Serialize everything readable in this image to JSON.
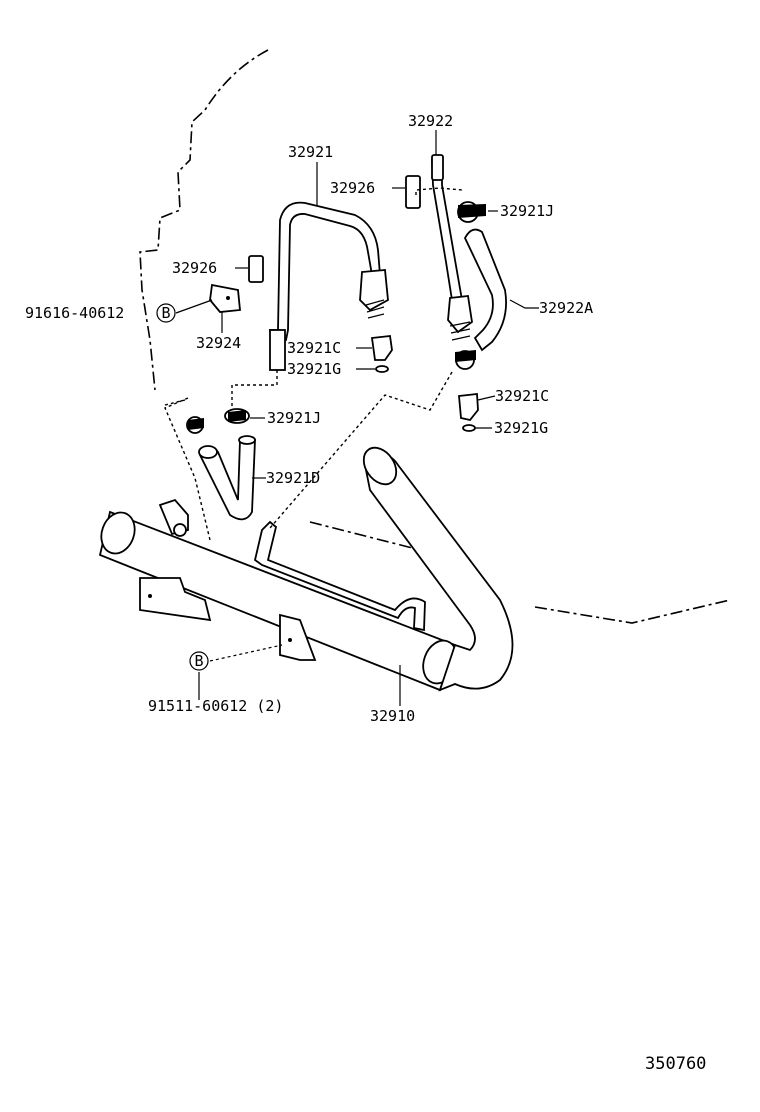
{
  "diagram": {
    "id_code": "350760",
    "bolt_symbol": "B",
    "labels": {
      "p32921": "32921",
      "p32922": "32922",
      "p32926_right": "32926",
      "p32921J_top": "32921J",
      "p32926_left": "32926",
      "p91616": "91616-40612",
      "p32924": "32924",
      "p32922A": "32922A",
      "p32921C_left": "32921C",
      "p32921G_left": "32921G",
      "p32921C_right": "32921C",
      "p32921G_right": "32921G",
      "p32921J_bottom": "32921J",
      "p32921D": "32921D",
      "p91511": "91511-60612 (2)",
      "p32910": "32910"
    }
  }
}
